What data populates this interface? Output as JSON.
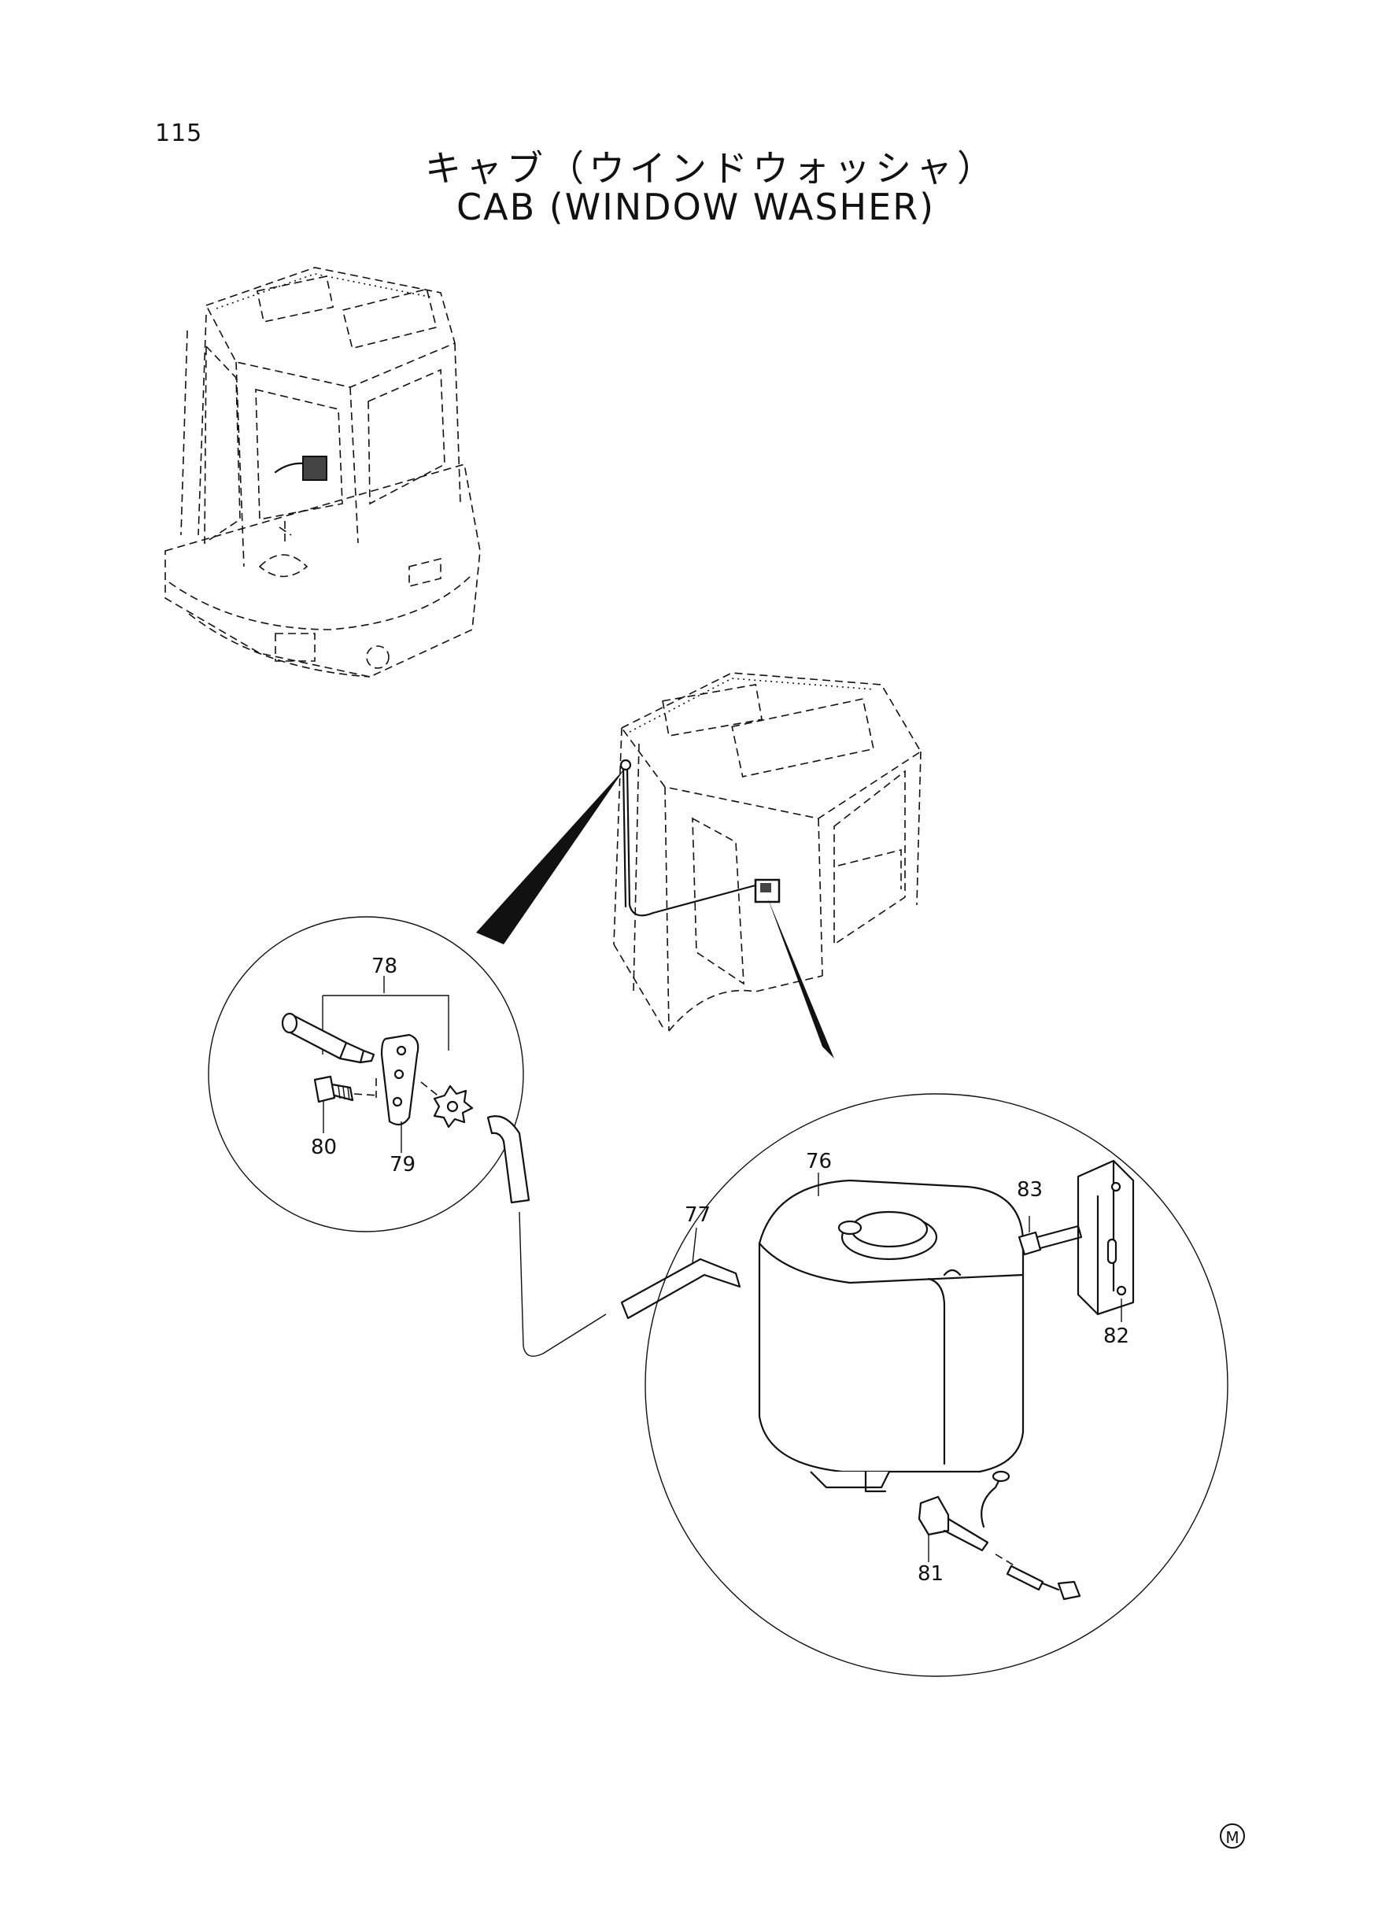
{
  "page": {
    "number": "115",
    "title_jp": "キャブ（ウインドウォッシャ）",
    "title_en": "CAB (WINDOW WASHER)",
    "corner_mark": "M"
  },
  "callouts": {
    "c76": "76",
    "c77": "77",
    "c78": "78",
    "c79": "79",
    "c80": "80",
    "c81": "81",
    "c82": "82",
    "c83": "83"
  }
}
